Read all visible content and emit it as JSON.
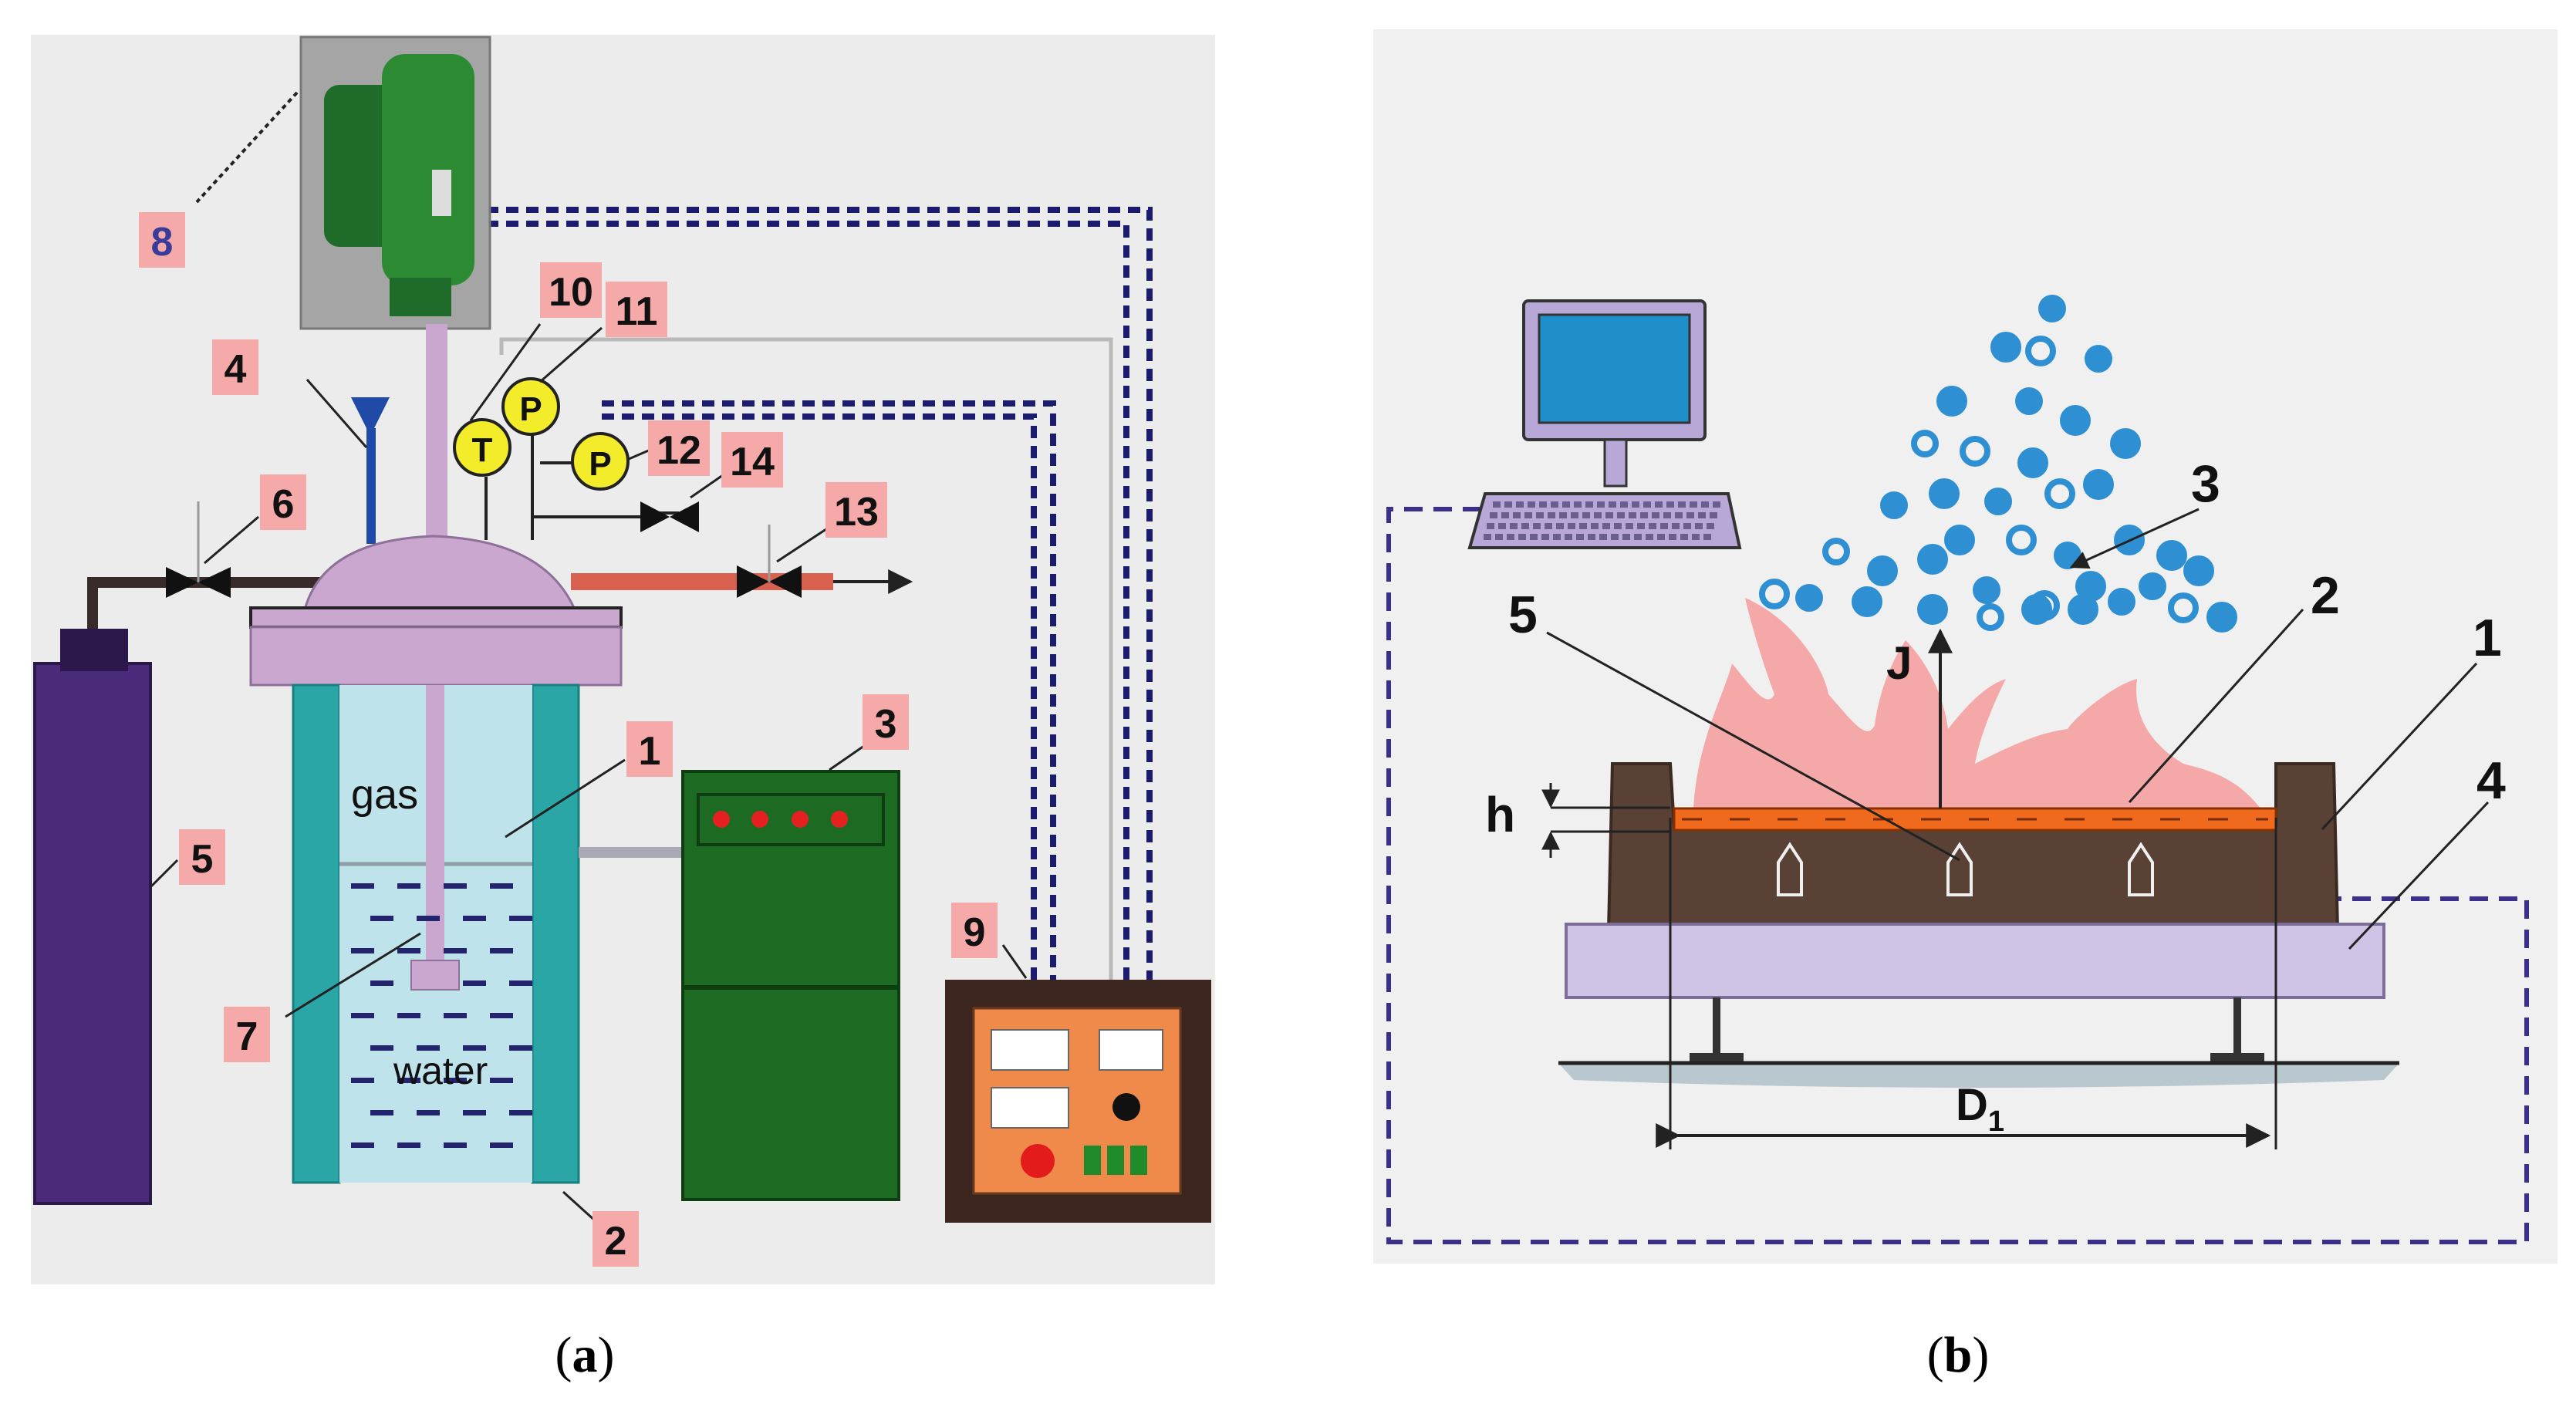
{
  "panel_a": {
    "labels": {
      "l1": "1",
      "l2": "2",
      "l3": "3",
      "l4": "4",
      "l5": "5",
      "l6": "6",
      "l7": "7",
      "l8": "8",
      "l9": "9",
      "l10": "10",
      "l11": "11",
      "l12": "12",
      "l13": "13",
      "l14": "14"
    },
    "gas_label": "gas",
    "water_label": "water",
    "gauge_t": "T",
    "gauge_p1": "P",
    "gauge_p2": "P",
    "caption_letter": "a",
    "colors": {
      "background": "#ececec",
      "label_box": "#f6a9a9",
      "reactor_wall": "#2aa6a6",
      "vessel_inner": "#bfe3ea",
      "lid": "#c9a7cf",
      "cylinder": "#4a2a7a",
      "heater": "#1d6b22",
      "controller": "#3d2520",
      "controller_face": "#f08a4b",
      "gauge": "#f2ec2a",
      "dashed_line": "#1c1c6e",
      "outlet_pipe": "#d9614f"
    }
  },
  "panel_b": {
    "labels": {
      "l1": "1",
      "l2": "2",
      "l3": "3",
      "l4": "4",
      "l5": "5"
    },
    "flux_label": "J",
    "height_label": "h",
    "diameter_label": "D",
    "diameter_sub": "1",
    "caption_letter": "b",
    "colors": {
      "background": "#f0f0f0",
      "vessel": "#5a4136",
      "liquid_layer": "#f06a1e",
      "vapor_plume": "#f4a0a0",
      "platform": "#cfc3e6",
      "particles": "#2f8fd3",
      "monitor_frame": "#b8a8d8",
      "monitor_screen": "#1f8fc9",
      "dashed_line": "#3a2f8a"
    }
  }
}
